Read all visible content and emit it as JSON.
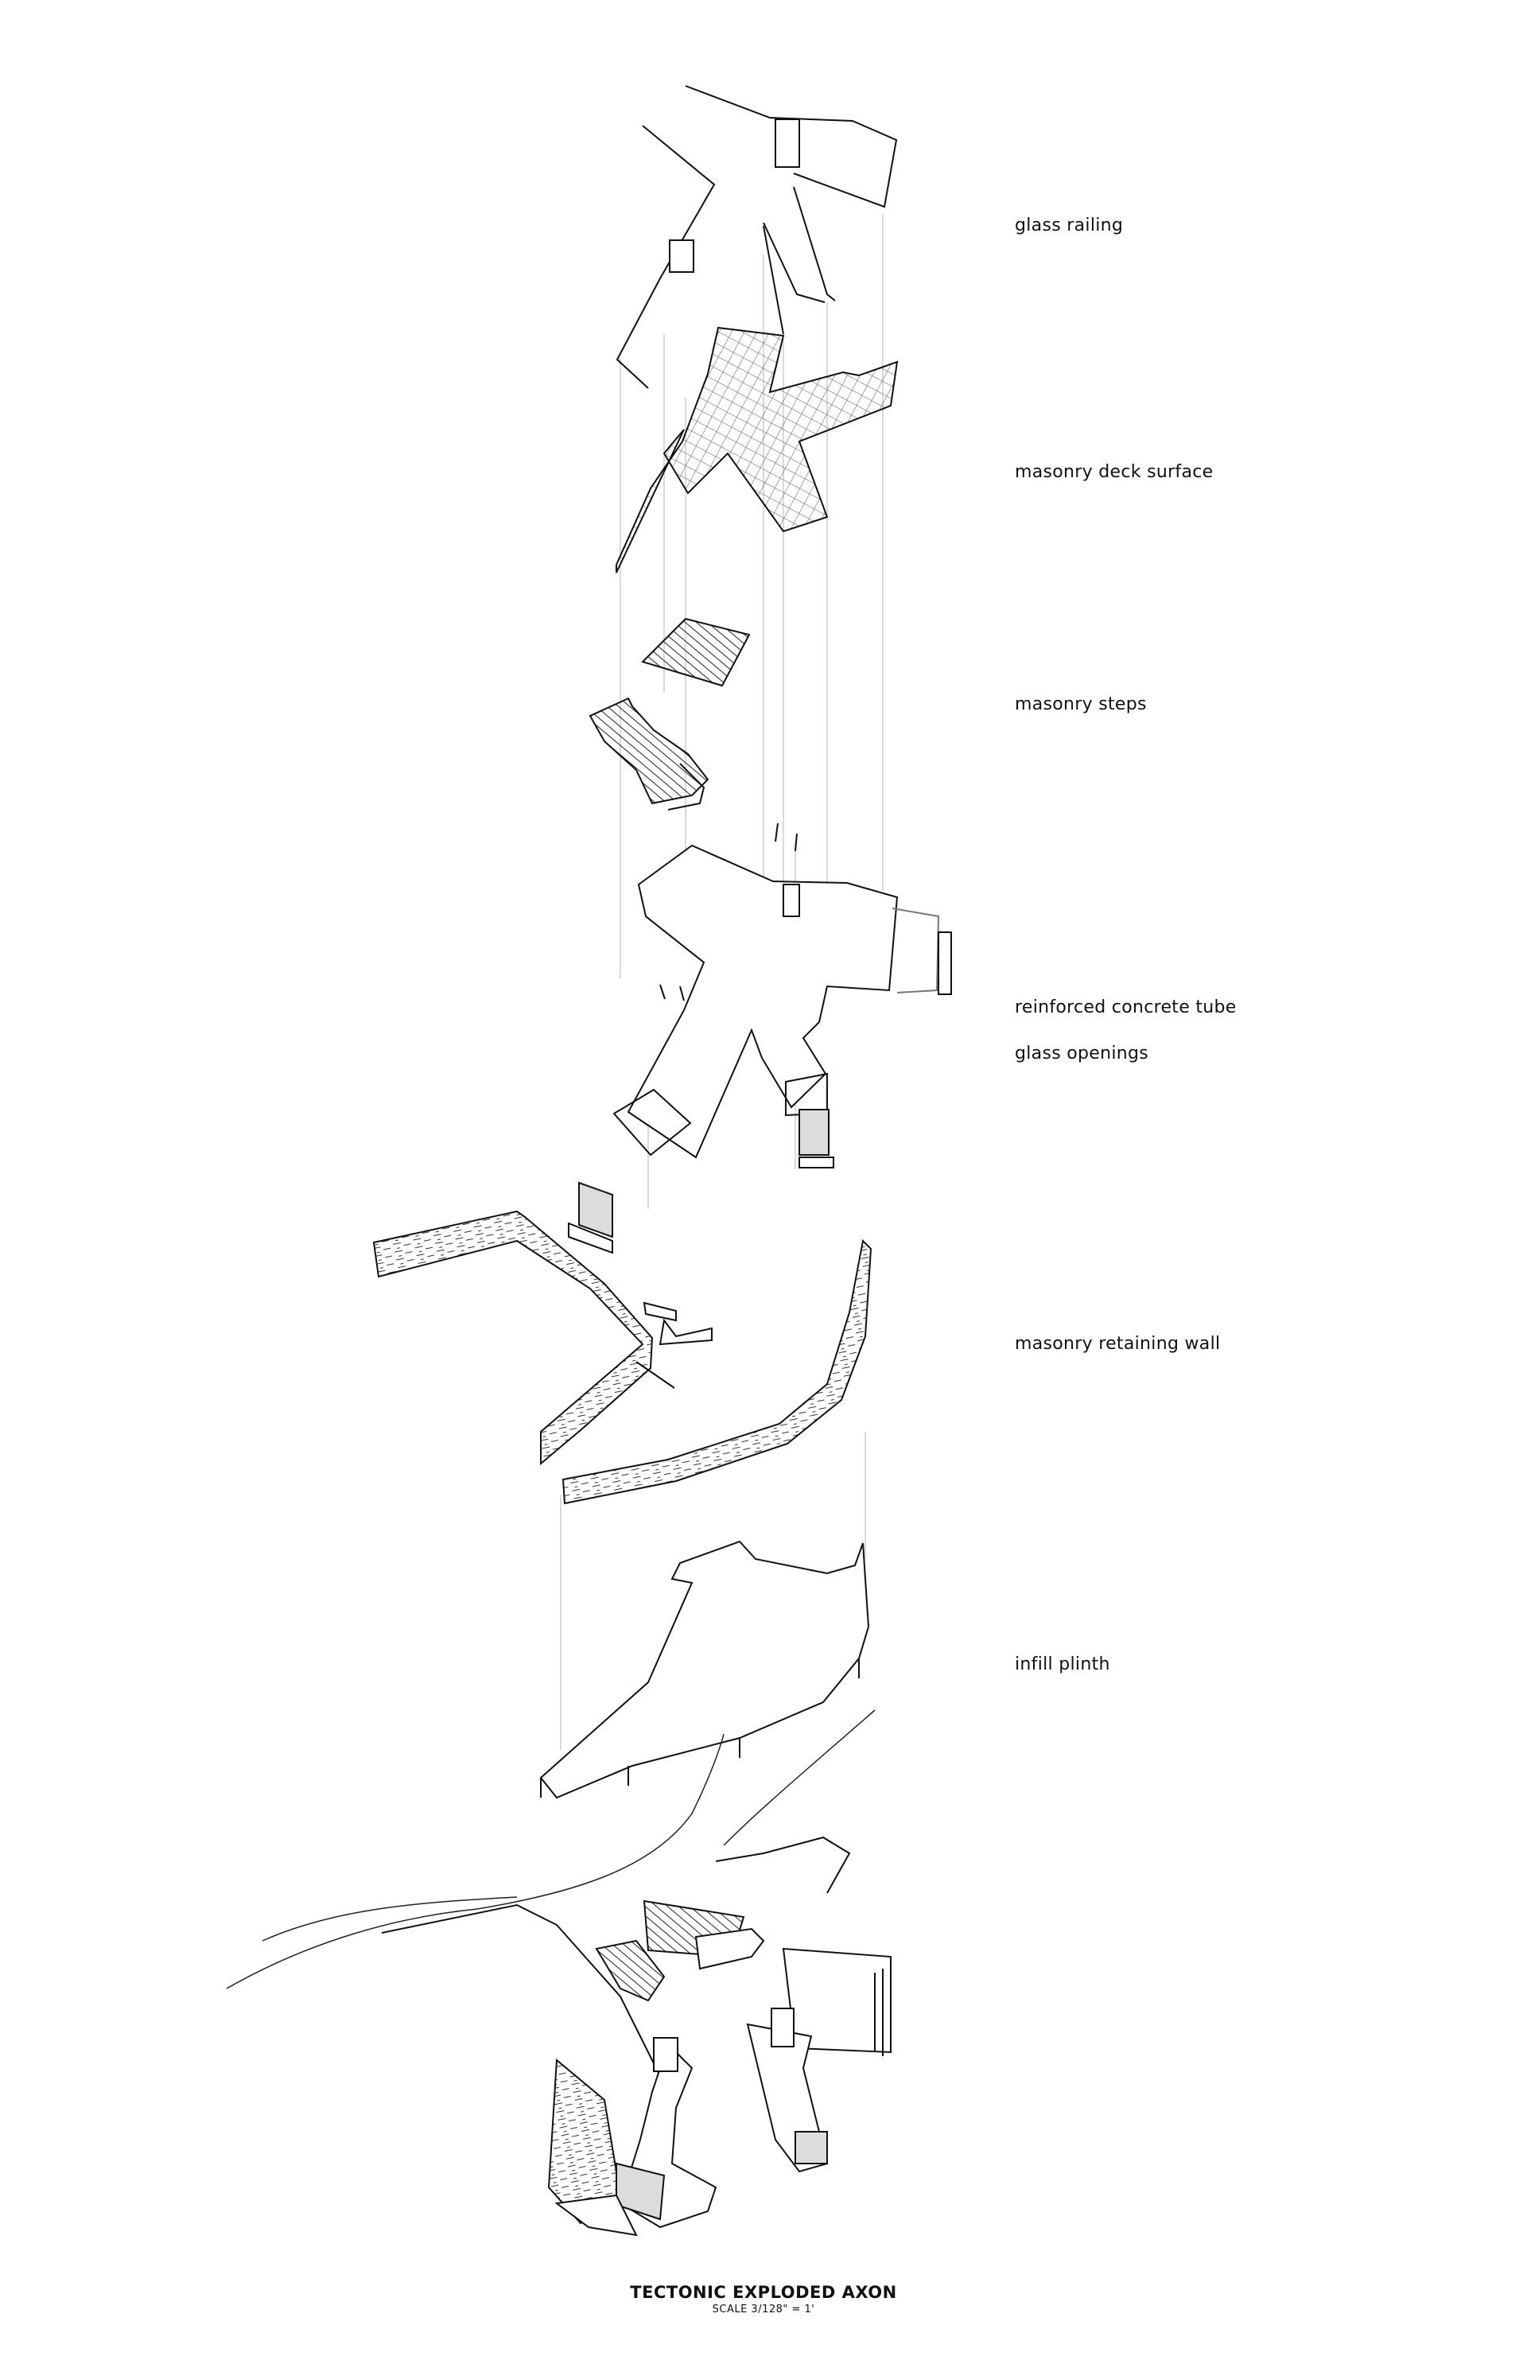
{
  "labels": {
    "glass_railing": "glass railing",
    "masonry_deck_surface": "masonry deck surface",
    "masonry_steps": "masonry steps",
    "reinforced_concrete_tube": "reinforced concrete tube",
    "glass_openings": "glass openings",
    "masonry_retaining_wall": "masonry retaining wall",
    "infill_plinth": "infill plinth"
  },
  "caption": {
    "title": "TECTONIC EXPLODED AXON",
    "scale": "SCALE 3/128\" = 1'"
  },
  "colors": {
    "ink": "#111111",
    "guide": "#b5b5b5",
    "hatch": "#444444",
    "glass": "#dcdcdc"
  }
}
